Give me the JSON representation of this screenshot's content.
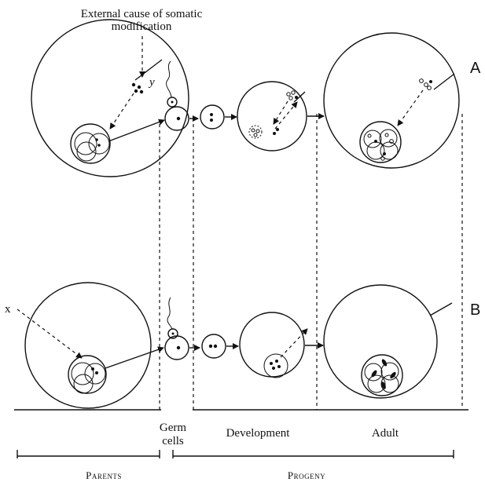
{
  "caption": {
    "line1": "External cause of somatic",
    "line2": "modification"
  },
  "rows": {
    "a": "A",
    "b": "B"
  },
  "markers": {
    "y": "y",
    "x": "x"
  },
  "columns": {
    "germ_line1": "Germ",
    "germ_line2": "cells",
    "development": "Development",
    "adult": "Adult"
  },
  "groups": {
    "parents": "Parents",
    "progeny": "Progeny"
  }
}
